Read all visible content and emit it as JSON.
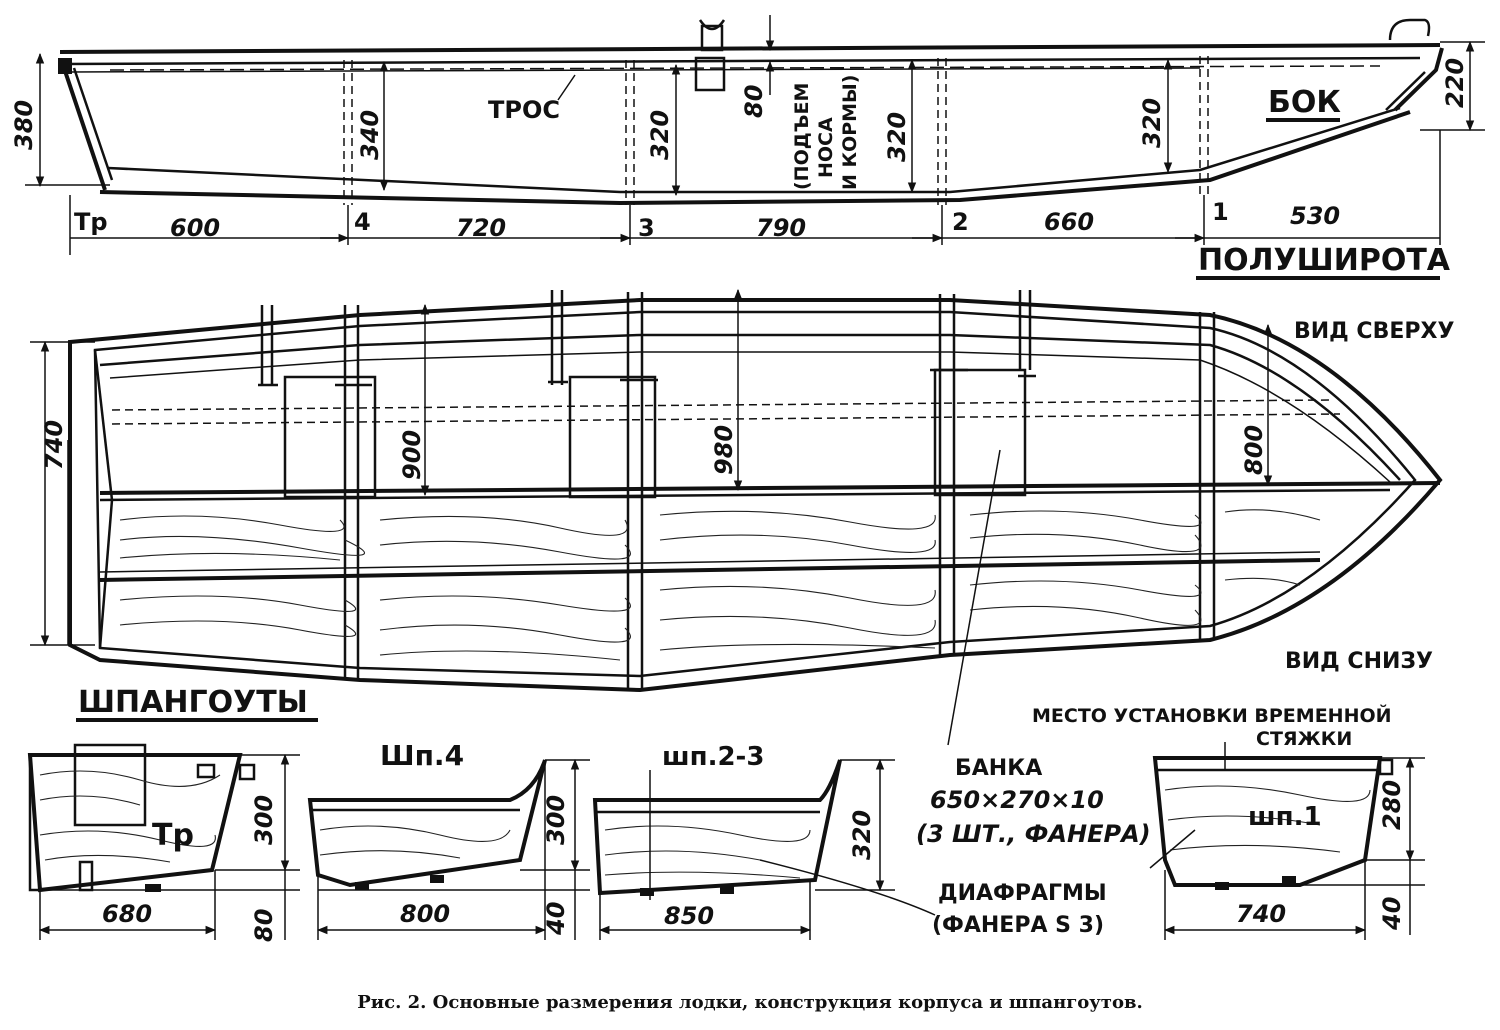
{
  "views": {
    "side_title": "БОК",
    "half_breadth_title": "ПОЛУШИРОТА",
    "top_view": "ВИД СВЕРХУ",
    "bottom_view": "ВИД СНИЗУ",
    "frames_title": "ШПАНГОУТЫ"
  },
  "side_view": {
    "cable_label": "ТРОС",
    "lift_note": [
      "(ПОДЪЕМ",
      "НОСА",
      "И КОРМЫ)"
    ],
    "stations": [
      "Тр",
      "4",
      "3",
      "2",
      "1"
    ],
    "spacings": [
      "600",
      "720",
      "790",
      "660",
      "530"
    ],
    "heights": {
      "transom": "380",
      "st4": "340",
      "st3": "320",
      "lift": "80",
      "st2": "320",
      "st1": "320",
      "bow": "220"
    }
  },
  "plan_view": {
    "widths": {
      "transom": "740",
      "st4": "900",
      "st3": "980",
      "st1": "800"
    }
  },
  "frames": {
    "tr": {
      "label": "Тр",
      "height": "300",
      "rise": "80",
      "width": "680"
    },
    "f4": {
      "label": "Шп.4",
      "height": "300",
      "rise": "40",
      "width": "800"
    },
    "f23": {
      "label": "шп.2-3",
      "height": "320",
      "width": "850"
    },
    "f1": {
      "label": "шп.1",
      "height": "280",
      "rise": "40",
      "width": "740"
    }
  },
  "callouts": {
    "temp_tie": [
      "МЕСТО УСТАНОВКИ ВРЕМЕННОЙ",
      "СТЯЖКИ"
    ],
    "bench": [
      "БАНКА",
      "650×270×10",
      "(3 ШТ., ФАНЕРА)"
    ],
    "diaphragms": [
      "ДИАФРАГМЫ",
      "(ФАНЕРА S 3)"
    ]
  },
  "caption": "Рис. 2. Основные размерения лодки, конструкция корпуса и шпангоутов."
}
